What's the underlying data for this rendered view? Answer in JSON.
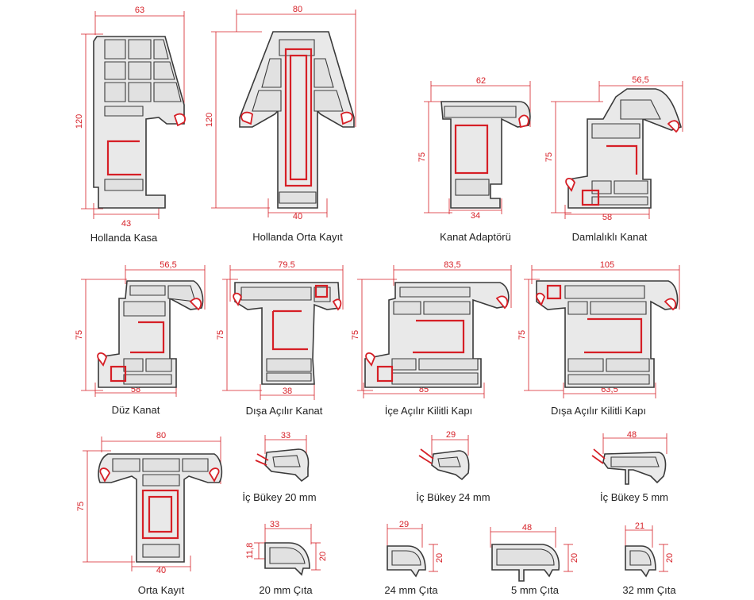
{
  "colors": {
    "dimension": "#d61f26",
    "outline": "#3a3a3a",
    "fill": "#e9e9e9",
    "caption": "#222222"
  },
  "profiles": [
    {
      "key": "hollanda-kasa",
      "caption": "Hollanda Kasa",
      "top": "63",
      "side": "120",
      "bottom": "43"
    },
    {
      "key": "hollanda-orta-kayit",
      "caption": "Hollanda Orta Kayıt",
      "top": "80",
      "side": "120",
      "bottom": "40"
    },
    {
      "key": "kanat-adaptoru",
      "caption": "Kanat Adaptörü",
      "top": "62",
      "side": "75",
      "bottom": "34"
    },
    {
      "key": "damlalikli-kanat",
      "caption": "Damlalıklı Kanat",
      "top": "56,5",
      "side": "75",
      "bottom": "58"
    },
    {
      "key": "duz-kanat",
      "caption": "Düz Kanat",
      "top": "56,5",
      "side": "75",
      "bottom": "58"
    },
    {
      "key": "disa-acilir-kanat",
      "caption": "Dışa Açılır Kanat",
      "top": "79.5",
      "side": "75",
      "bottom": "38"
    },
    {
      "key": "ice-acilir-kilitli-kapi",
      "caption": "İçe Açılır Kilitli Kapı",
      "top": "83,5",
      "side": "75",
      "bottom": "85"
    },
    {
      "key": "disa-acilir-kilitli-kapi",
      "caption": "Dışa Açılır Kilitli Kapı",
      "top": "105",
      "side": "75",
      "bottom": "63,5"
    },
    {
      "key": "orta-kayit",
      "caption": "Orta Kayıt",
      "top": "80",
      "side": "75",
      "bottom": "40"
    }
  ],
  "beads": [
    {
      "key": "ic-bukey-20",
      "caption": "İç Bükey 20 mm",
      "top": "33"
    },
    {
      "key": "ic-bukey-24",
      "caption": "İç Bükey 24 mm",
      "top": "29"
    },
    {
      "key": "ic-bukey-5",
      "caption": "İç Bükey 5 mm",
      "top": "48"
    }
  ],
  "strips": [
    {
      "key": "cita-20",
      "caption": "20 mm Çıta",
      "top": "33",
      "right": "20",
      "left": "11,8"
    },
    {
      "key": "cita-24",
      "caption": "24 mm Çıta",
      "top": "29",
      "right": "20"
    },
    {
      "key": "cita-5",
      "caption": "5 mm Çıta",
      "top": "48",
      "right": "20"
    },
    {
      "key": "cita-32",
      "caption": "32 mm Çıta",
      "top": "21",
      "right": "20"
    }
  ]
}
